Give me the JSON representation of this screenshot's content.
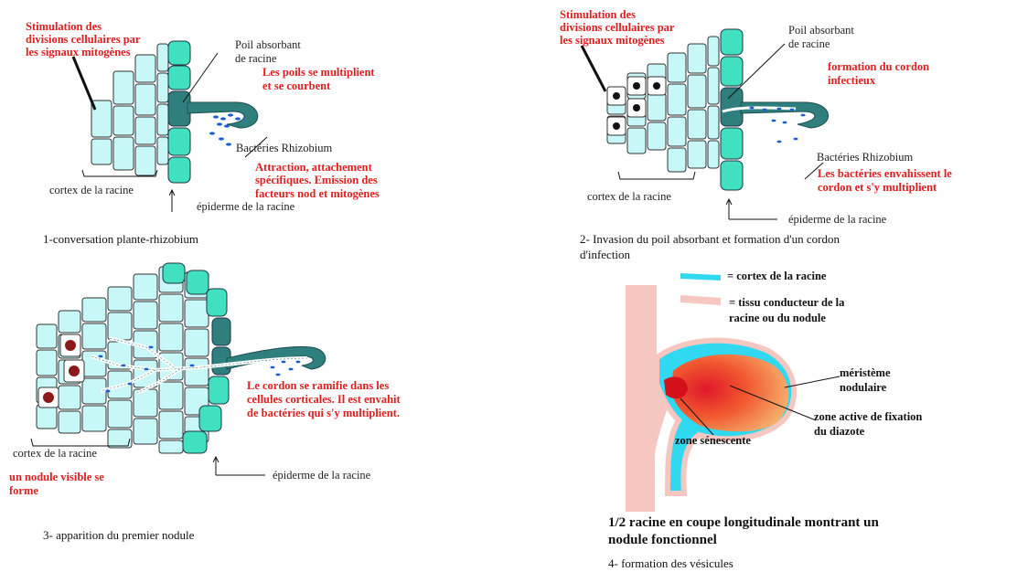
{
  "panel1": {
    "stim_title": [
      "Stimulation des",
      "divisions cellulaires par",
      "les signaux  mitogènes"
    ],
    "poil": [
      "Poil absorbant",
      "de racine"
    ],
    "poils_text": [
      "Les poils se multiplient",
      "et se courbent"
    ],
    "bacteria": "Bactéries Rhizobium",
    "attraction": [
      "Attraction, attachement",
      "spécifiques. Emission des",
      "facteurs nod et mitogènes"
    ],
    "cortex": "cortex de la racine",
    "epiderme": "épiderme de la racine",
    "caption": "1-conversation plante-rhizobium"
  },
  "panel2": {
    "stim_title": [
      "Stimulation des",
      "divisions cellulaires par",
      "les signaux  mitogènes"
    ],
    "poil": [
      "Poil absorbant",
      "de racine"
    ],
    "formation": [
      "formation du cordon",
      "infectieux"
    ],
    "bacteria": "Bactéries Rhizobium",
    "envahissent": [
      "Les bactéries envahissent le",
      "cordon et s'y multiplient"
    ],
    "cortex": "cortex de la racine",
    "epiderme": "épiderme de la racine",
    "caption": [
      "2- Invasion du poil absorbant et formation d'un cordon",
      "d'infection"
    ]
  },
  "panel3": {
    "cordon_text": [
      "Le cordon se ramifie dans les",
      "cellules corticales. Il est envahit",
      "de bactéries qui s'y multiplient."
    ],
    "cortex": "cortex de la racine",
    "nodule_text": [
      "un nodule visible se",
      "forme"
    ],
    "epiderme": "épiderme de la racine",
    "caption": "3- apparition du premier nodule"
  },
  "panel4": {
    "legend_cortex": "= cortex  de la racine",
    "legend_tissu": [
      "= tissu conducteur de la",
      "racine ou du nodule"
    ],
    "meristeme": [
      "méristème",
      "nodulaire"
    ],
    "zone_active": [
      "zone active de fixation",
      "du diazote"
    ],
    "zone_senescente": "zone sénescente",
    "title": [
      "1/2 racine en coupe longitudinale montrant un",
      "nodule fonctionnel"
    ],
    "caption": "4- formation des vésicules"
  },
  "colors": {
    "cortex_cell": "#c8f7f7",
    "epidermis": "#40e0c0",
    "root_hair": "#2f7f7f",
    "bacteria": "#1e5fd0",
    "text_red": "#e02020",
    "legend_cyan": "#30d8f0",
    "legend_pink": "#f6c6c0"
  }
}
